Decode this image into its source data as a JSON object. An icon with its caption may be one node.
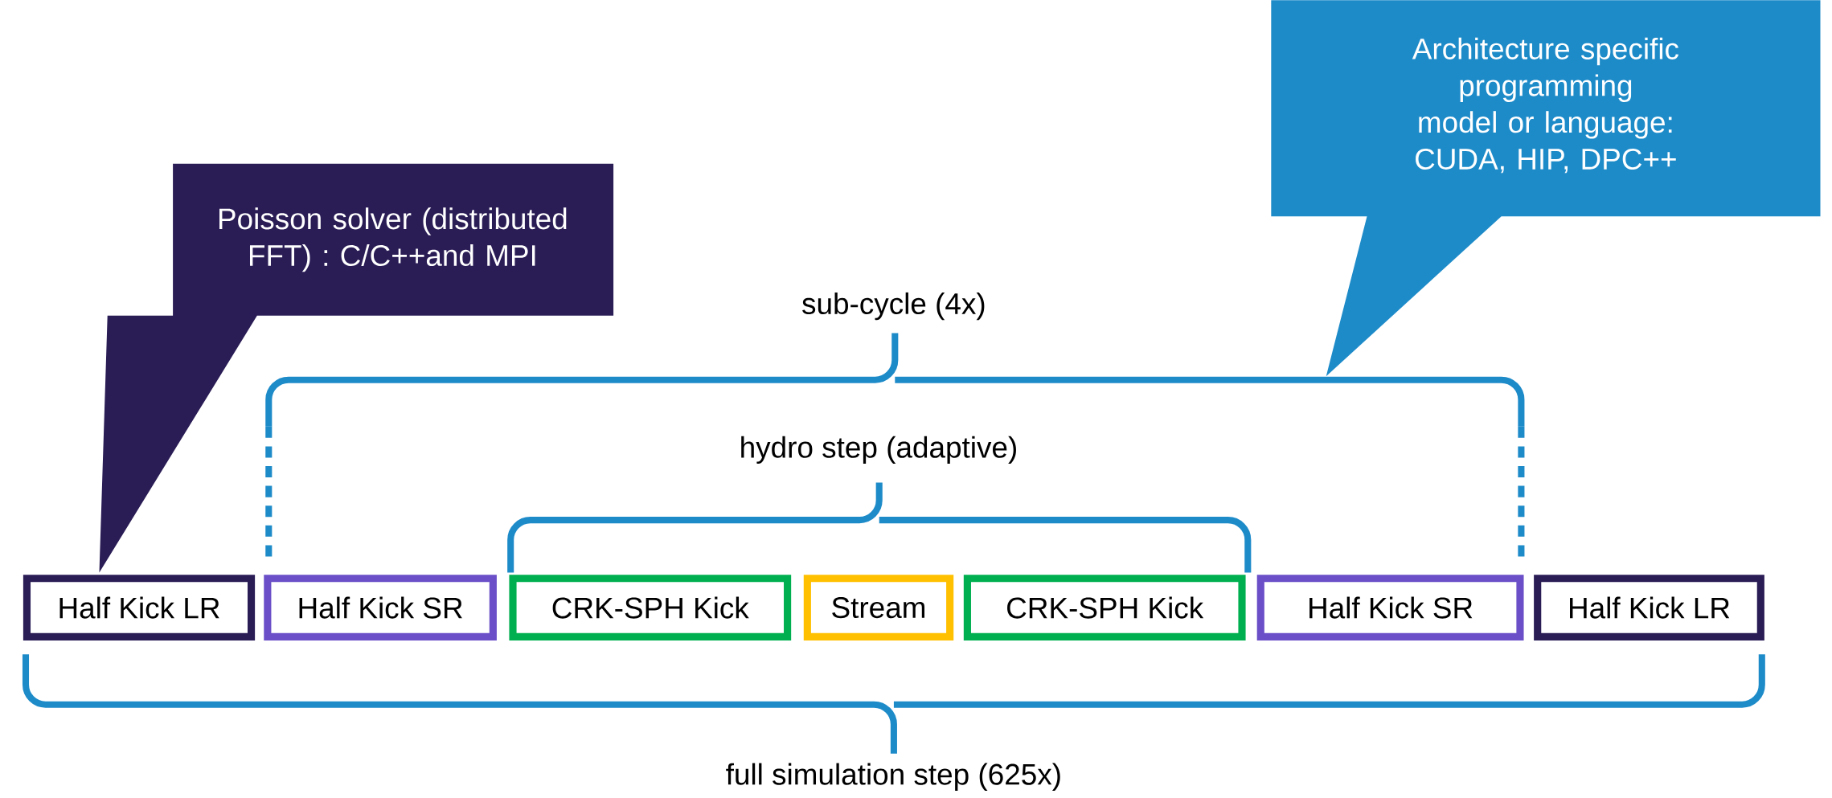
{
  "diagram": {
    "nodes": [
      {
        "text": [
          "Poisson solver (distributed FFT) : C/C++and MPI"
        ]
      },
      {
        "text": [
          "Architecture specific programming model or language: CUDA, HIP, DPC++"
        ]
      },
      {
        "text": [
          "Half Kick LR"
        ]
      },
      {
        "text": [
          "Half Kick SR"
        ]
      },
      {
        "text": [
          "CRK-SPH Kick"
        ]
      },
      {
        "text": [
          "Stream"
        ]
      },
      {
        "text": [
          "CRK-SPH Kick"
        ]
      },
      {
        "text": [
          "Half Kick SR"
        ]
      },
      {
        "text": [
          "Half Kick LR"
        ]
      }
    ],
    "labels": [
      "sub-cycle (4x)",
      "hydro step (adaptive)",
      "full simulation step (625x)"
    ]
  }
}
